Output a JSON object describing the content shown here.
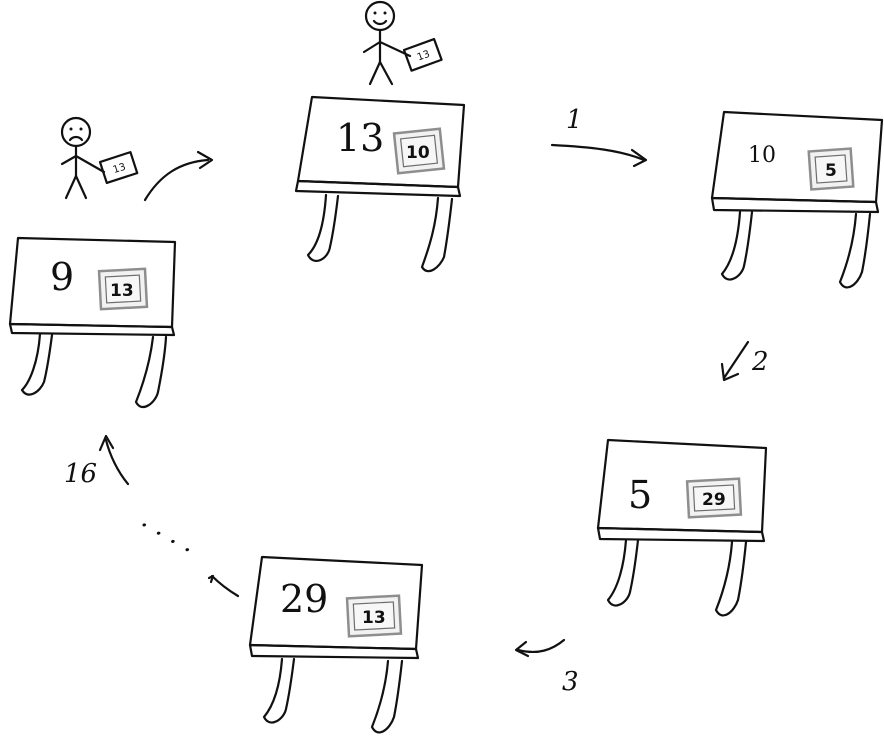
{
  "desks": [
    {
      "desk_number": "9",
      "card_number": "13"
    },
    {
      "desk_number": "13",
      "card_number": "10"
    },
    {
      "desk_number": "10",
      "card_number": "5"
    },
    {
      "desk_number": "5",
      "card_number": "29"
    },
    {
      "desk_number": "29",
      "card_number": "13"
    }
  ],
  "people": [
    {
      "mood": "sad",
      "held_card": "13"
    },
    {
      "mood": "happy",
      "held_card": "13"
    }
  ],
  "steps": [
    {
      "label": "1"
    },
    {
      "label": "2"
    },
    {
      "label": "3"
    },
    {
      "label": "16"
    }
  ],
  "ellipsis": ". . . .",
  "colors": {
    "ink": "#111111",
    "card_border": "#8e8e8e",
    "background": "#ffffff"
  }
}
